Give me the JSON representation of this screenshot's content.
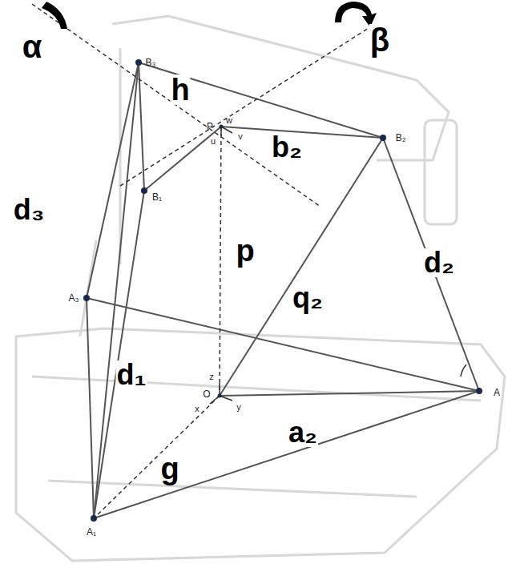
{
  "diagram": {
    "labels": [
      "α",
      "β",
      "B₃",
      "h",
      "P",
      "w",
      "b₂",
      "B₂",
      "u",
      "v",
      "B₁",
      "d₃",
      "p",
      "d₂",
      "q₂",
      "A₃",
      "d₁",
      "z",
      "O",
      "x",
      "y",
      "a₂",
      "A",
      "g",
      "A₁"
    ]
  }
}
